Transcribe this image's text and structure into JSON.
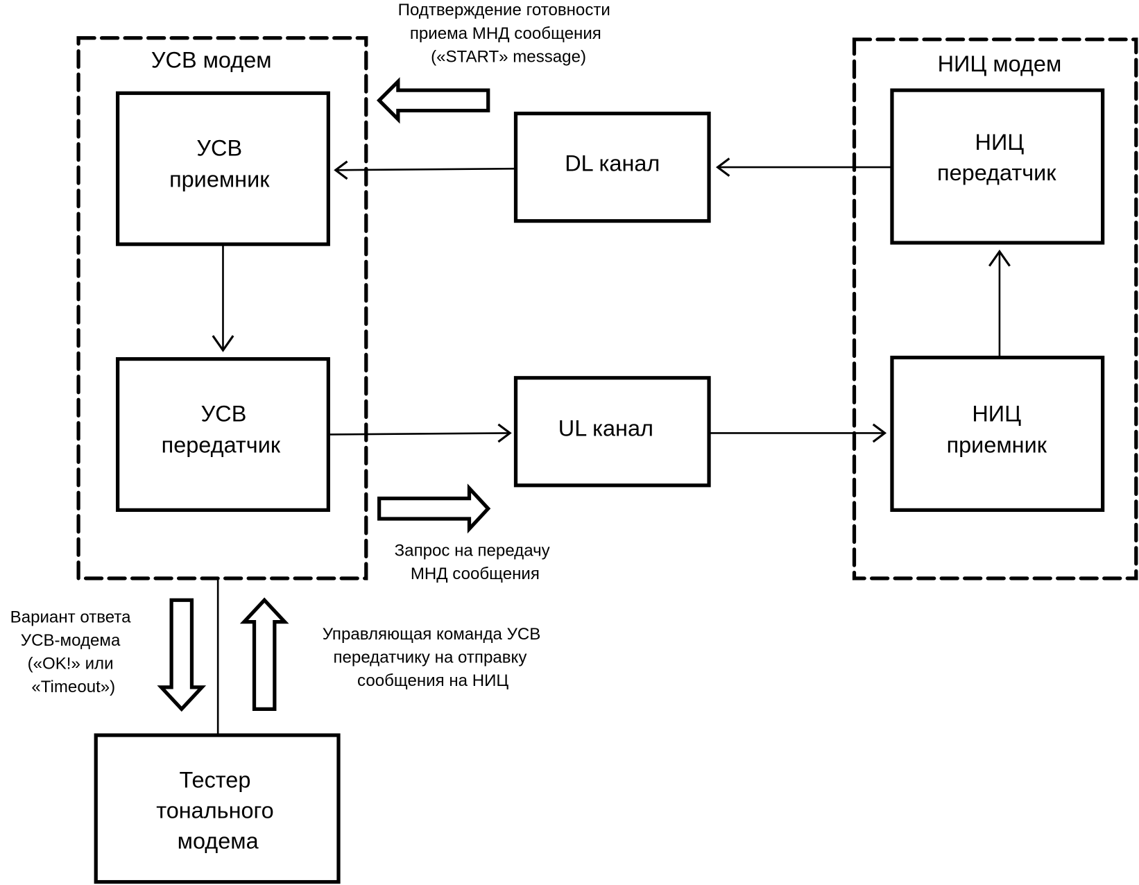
{
  "diagram": {
    "groups": {
      "usv_modem": {
        "title": "УСВ модем"
      },
      "nic_modem": {
        "title": "НИЦ модем"
      }
    },
    "blocks": {
      "usv_receiver": {
        "line1": "УСВ",
        "line2": "приемник"
      },
      "usv_transmitter": {
        "line1": "УСВ",
        "line2": "передатчик"
      },
      "dl_channel": {
        "label": "DL канал"
      },
      "ul_channel": {
        "label": "UL канал"
      },
      "nic_transmitter": {
        "line1": "НИЦ",
        "line2": "передатчик"
      },
      "nic_receiver": {
        "line1": "НИЦ",
        "line2": "приемник"
      },
      "tester": {
        "line1": "Тестер",
        "line2": "тонального",
        "line3": "модема"
      }
    },
    "annotations": {
      "start_confirmation": {
        "line1": "Подтверждение готовности",
        "line2": "приема МНД сообщения",
        "line3": "(«START» message)"
      },
      "transfer_request": {
        "line1": "Запрос на передачу",
        "line2": "МНД сообщения"
      },
      "modem_response": {
        "line1": "Вариант ответа",
        "line2": "УСВ-модема",
        "line3": "(«OK!» или",
        "line4": "«Timeout»)"
      },
      "control_command": {
        "line1": "Управляющая команда УСВ",
        "line2": "передатчику на отправку",
        "line3": "сообщения на НИЦ"
      }
    },
    "connections": [
      {
        "from": "nic_transmitter",
        "to": "dl_channel"
      },
      {
        "from": "dl_channel",
        "to": "usv_receiver"
      },
      {
        "from": "usv_receiver",
        "to": "usv_transmitter"
      },
      {
        "from": "usv_transmitter",
        "to": "ul_channel"
      },
      {
        "from": "ul_channel",
        "to": "nic_receiver"
      },
      {
        "from": "nic_receiver",
        "to": "nic_transmitter"
      },
      {
        "from": "tester",
        "to": "usv_modem"
      }
    ]
  }
}
